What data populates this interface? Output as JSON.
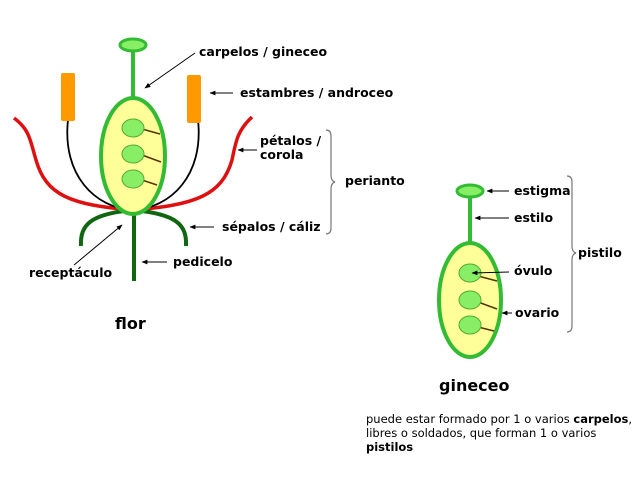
{
  "colors": {
    "ovary_fill": "#ffff99",
    "pistil_green": "#33bb33",
    "ovule_fill": "#88ee66",
    "anther": "#ff9900",
    "petal": "#dd1111",
    "sepal": "#116611",
    "filament": "#000000"
  },
  "flor": {
    "title": "flor",
    "labels": {
      "carpelos": "carpelos / gineceo",
      "estambres": "estambres / androceo",
      "petalos_1": "pétalos /",
      "petalos_2": "corola",
      "perianto": "perianto",
      "sepalos": "sépalos / cáliz",
      "receptaculo": "receptáculo",
      "pedicelo": "pedicelo"
    }
  },
  "gineceo": {
    "title": "gineceo",
    "labels": {
      "estigma": "estigma",
      "estilo": "estilo",
      "ovulo": "óvulo",
      "ovario": "ovario",
      "pistilo": "pistilo"
    },
    "description": {
      "part1": "puede estar formado por 1 o varios ",
      "bold1": "carpelos",
      "part2": ", libres o soldados, que forman 1 o varios ",
      "bold2": "pistilos"
    }
  }
}
